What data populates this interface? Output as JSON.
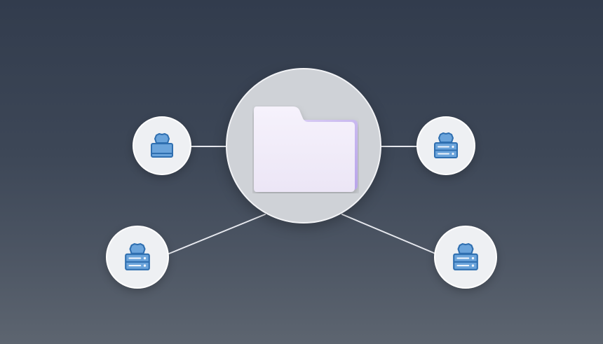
{
  "colors": {
    "background_top": "#323c4d",
    "background_bottom": "#5d6570",
    "connector": "#e6e8ee",
    "hub_fill": "#cfd2d7",
    "node_fill": "#eef0f3",
    "folder_front": "#f3effa",
    "folder_back": "#c9b8ee",
    "icon_stroke": "#2f6fb0",
    "icon_fill": "#6ba4db"
  },
  "hub": {
    "icon": "folder-icon"
  },
  "nodes": [
    {
      "position": "left-top",
      "icon": "user-workstation-icon"
    },
    {
      "position": "right-top",
      "icon": "user-server-icon"
    },
    {
      "position": "left-bottom",
      "icon": "user-server-icon"
    },
    {
      "position": "right-bottom",
      "icon": "user-server-icon"
    }
  ]
}
